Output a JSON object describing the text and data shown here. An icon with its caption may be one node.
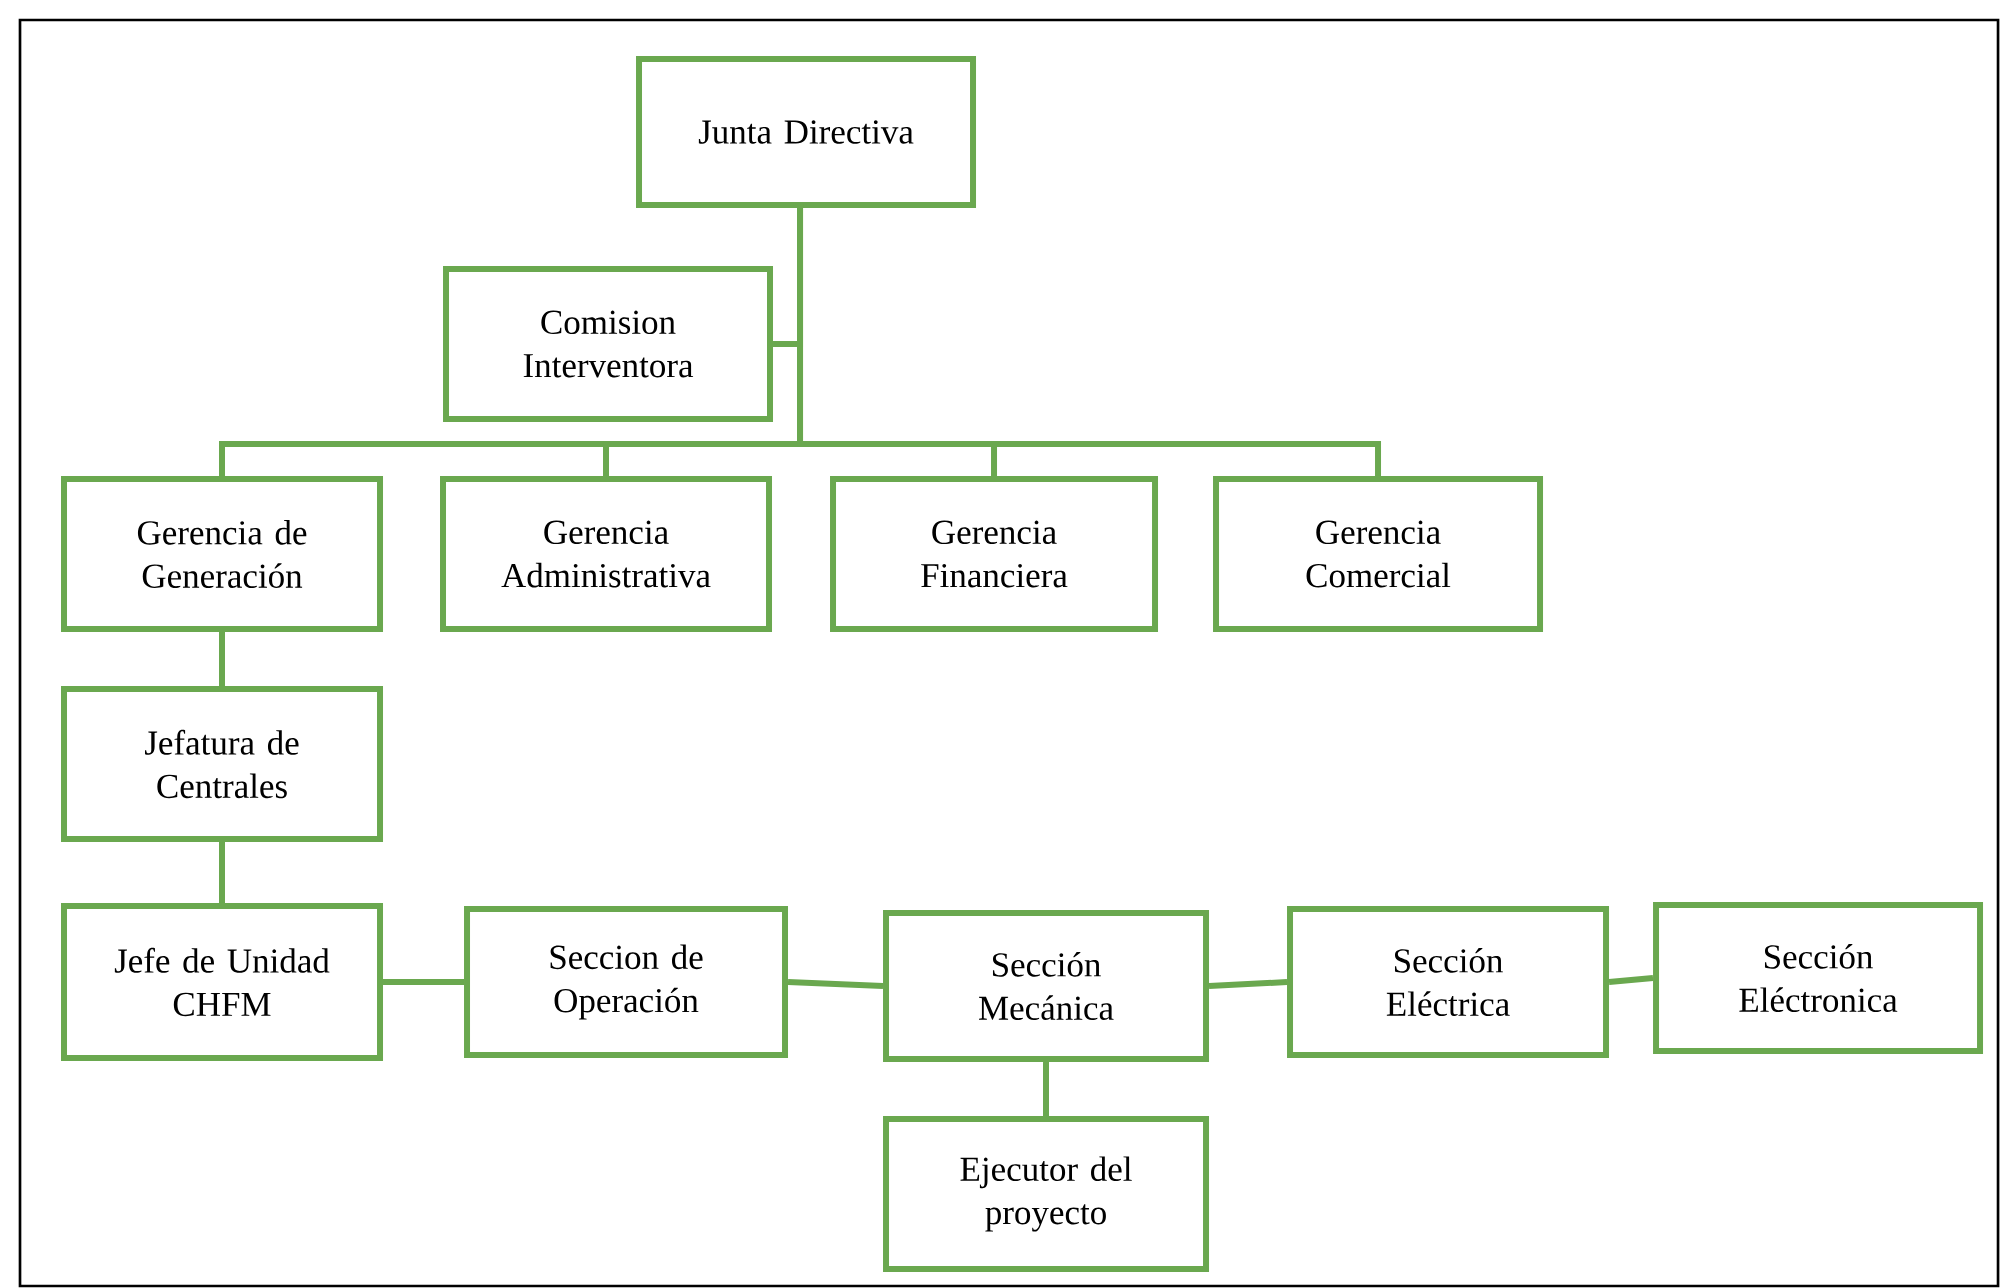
{
  "diagram": {
    "nodes": [
      {
        "text": [
          "Junta Directiva"
        ]
      },
      {
        "text": [
          "Comision Interventora"
        ]
      },
      {
        "text": [
          "Gerencia de Generación"
        ]
      },
      {
        "text": [
          "Gerencia Administrativa"
        ]
      },
      {
        "text": [
          "Gerencia Financiera"
        ]
      },
      {
        "text": [
          "Gerencia Comercial"
        ]
      },
      {
        "text": [
          "Jefatura de Centrales"
        ]
      },
      {
        "text": [
          "Jefe de Unidad CHFM"
        ]
      },
      {
        "text": [
          "Seccion de Operación"
        ]
      },
      {
        "text": [
          "Sección Mecánica"
        ]
      },
      {
        "text": [
          "Sección Eléctrica"
        ]
      },
      {
        "text": [
          "Sección Eléctronica"
        ]
      },
      {
        "text": [
          "Ejecutor del proyecto"
        ]
      }
    ],
    "edges": [
      {
        "from": 0,
        "to": 1,
        "arrow": "none"
      },
      {
        "from": 0,
        "to": 2,
        "arrow": "none"
      },
      {
        "from": 0,
        "to": 3,
        "arrow": "none"
      },
      {
        "from": 0,
        "to": 4,
        "arrow": "none"
      },
      {
        "from": 0,
        "to": 5,
        "arrow": "none"
      },
      {
        "from": 2,
        "to": 6,
        "arrow": "none"
      },
      {
        "from": 6,
        "to": 7,
        "arrow": "none"
      },
      {
        "from": 7,
        "to": 8,
        "arrow": "none"
      },
      {
        "from": 8,
        "to": 9,
        "arrow": "none"
      },
      {
        "from": 9,
        "to": 10,
        "arrow": "none"
      },
      {
        "from": 10,
        "to": 11,
        "arrow": "none"
      },
      {
        "from": 9,
        "to": 12,
        "arrow": "none"
      }
    ]
  }
}
